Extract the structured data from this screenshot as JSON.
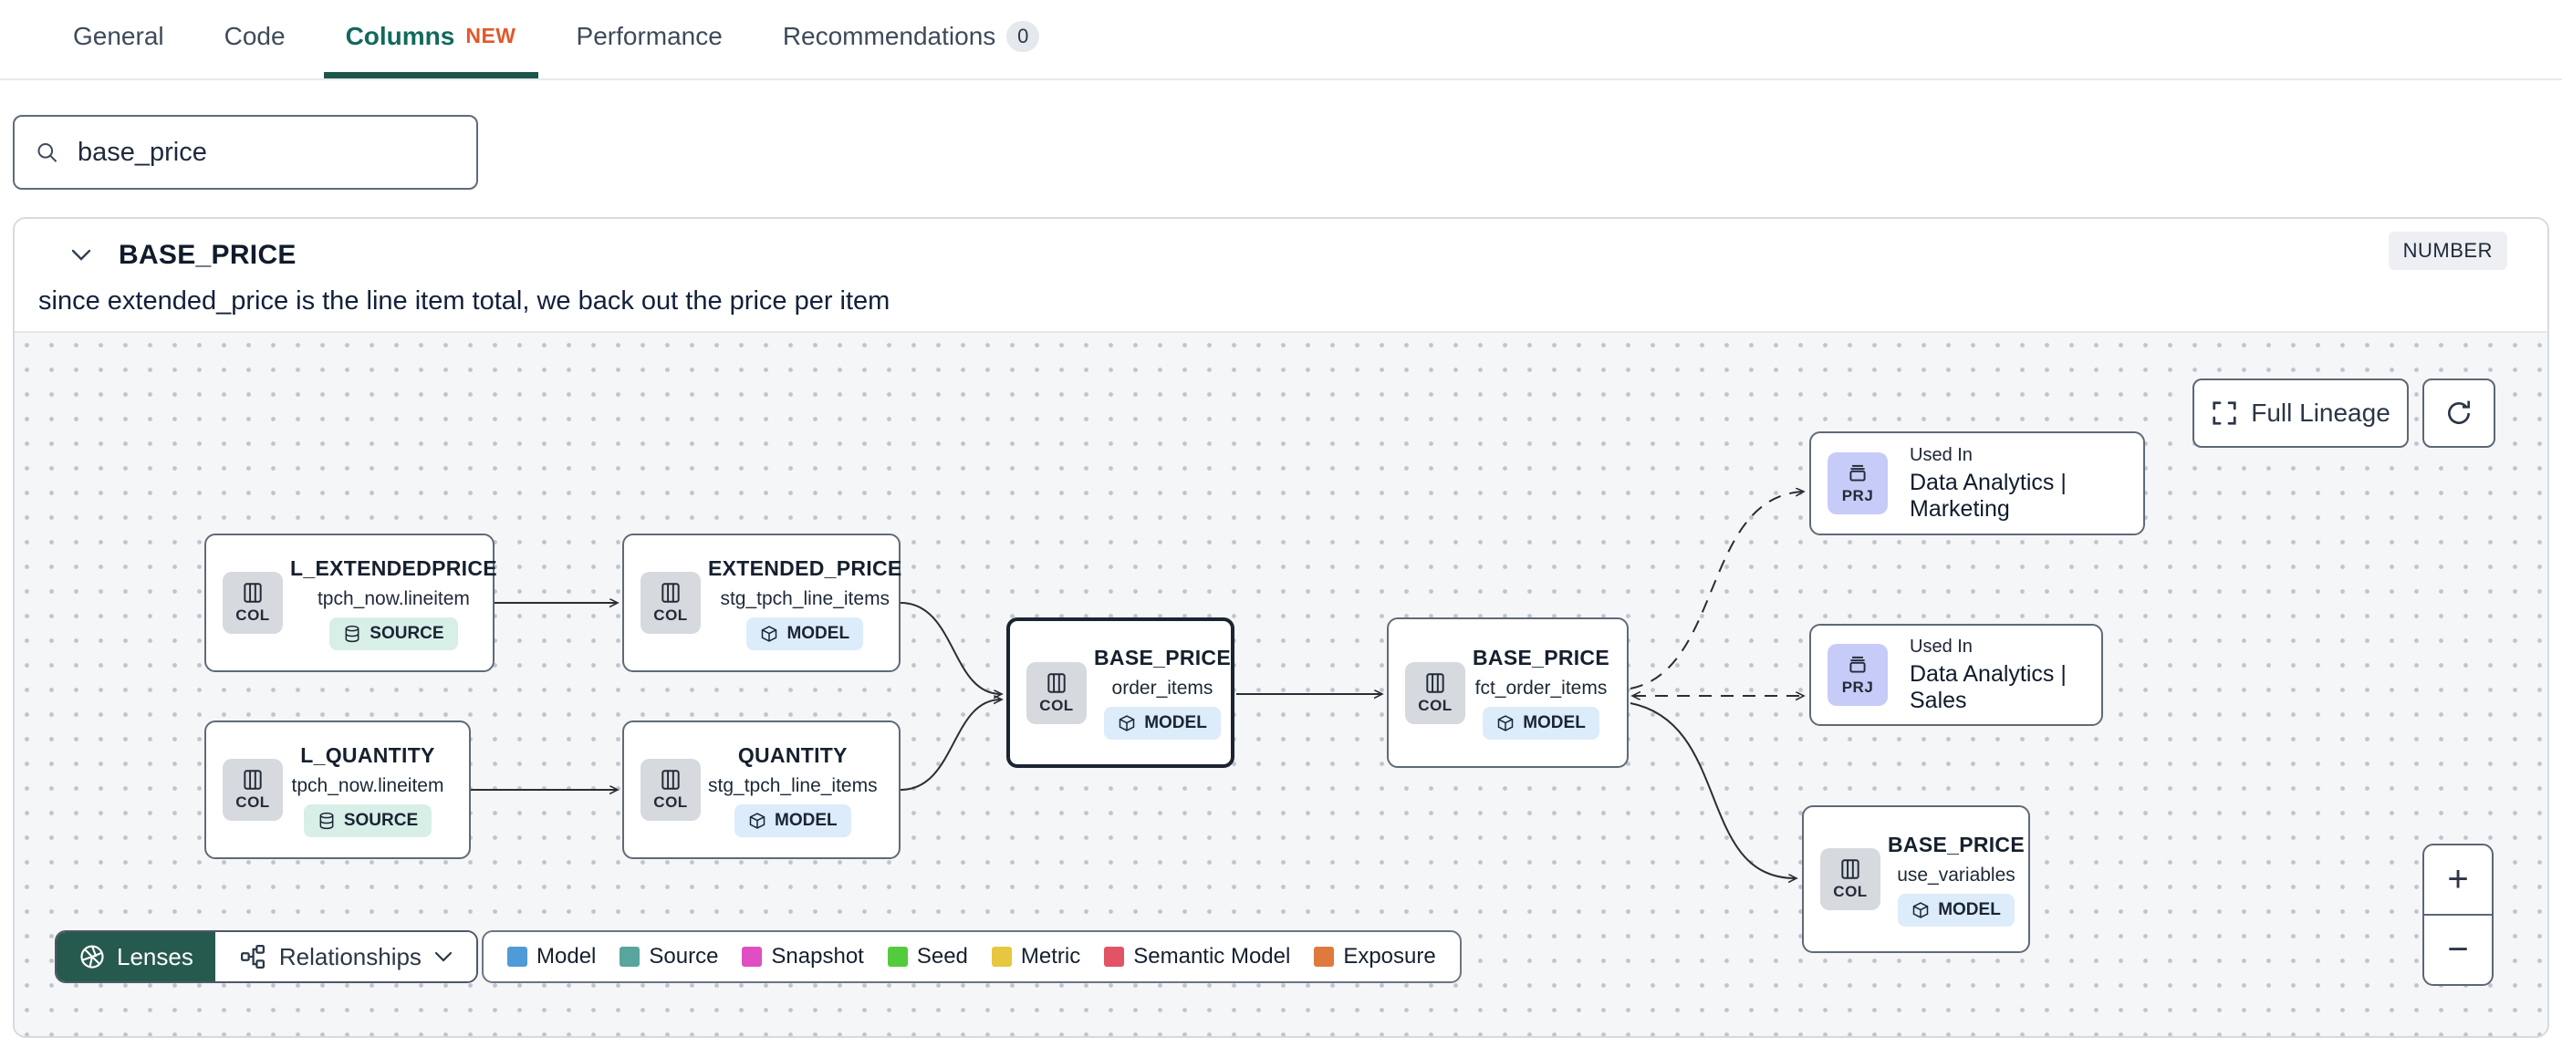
{
  "tabs": {
    "items": [
      {
        "label": "General"
      },
      {
        "label": "Code"
      },
      {
        "label": "Columns",
        "new_badge": "NEW"
      },
      {
        "label": "Performance"
      },
      {
        "label": "Recommendations",
        "count": "0"
      }
    ]
  },
  "search": {
    "value": "base_price"
  },
  "column_panel": {
    "title": "BASE_PRICE",
    "type_badge": "NUMBER",
    "description": "since extended_price is the line item total, we back out the price per item"
  },
  "lineage": {
    "controls": {
      "full_lineage": "Full Lineage"
    },
    "nodes": [
      {
        "title": "L_EXTENDEDPRICE",
        "subtitle": "tpch_now.lineitem",
        "badge": "SOURCE",
        "tile": "COL"
      },
      {
        "title": "L_QUANTITY",
        "subtitle": "tpch_now.lineitem",
        "badge": "SOURCE",
        "tile": "COL"
      },
      {
        "title": "EXTENDED_PRICE",
        "subtitle": "stg_tpch_line_items",
        "badge": "MODEL",
        "tile": "COL"
      },
      {
        "title": "QUANTITY",
        "subtitle": "stg_tpch_line_items",
        "badge": "MODEL",
        "tile": "COL"
      },
      {
        "title": "BASE_PRICE",
        "subtitle": "order_items",
        "badge": "MODEL",
        "tile": "COL"
      },
      {
        "title": "BASE_PRICE",
        "subtitle": "fct_order_items",
        "badge": "MODEL",
        "tile": "COL"
      },
      {
        "title": "BASE_PRICE",
        "subtitle": "use_variables",
        "badge": "MODEL",
        "tile": "COL"
      }
    ],
    "exposures": [
      {
        "used_in": "Used In",
        "name": "Data Analytics | Marketing",
        "tile": "PRJ"
      },
      {
        "used_in": "Used In",
        "name": "Data Analytics | Sales",
        "tile": "PRJ"
      }
    ],
    "lenses_label": "Lenses",
    "relationships_label": "Relationships",
    "zoom_in": "+",
    "zoom_out": "−",
    "legend": [
      {
        "label": "Model",
        "color": "#4f9ad8"
      },
      {
        "label": "Source",
        "color": "#57a59d"
      },
      {
        "label": "Snapshot",
        "color": "#df4fc3"
      },
      {
        "label": "Seed",
        "color": "#52cc3c"
      },
      {
        "label": "Metric",
        "color": "#e7c73e"
      },
      {
        "label": "Semantic Model",
        "color": "#e25365"
      },
      {
        "label": "Exposure",
        "color": "#e0793e"
      }
    ]
  }
}
